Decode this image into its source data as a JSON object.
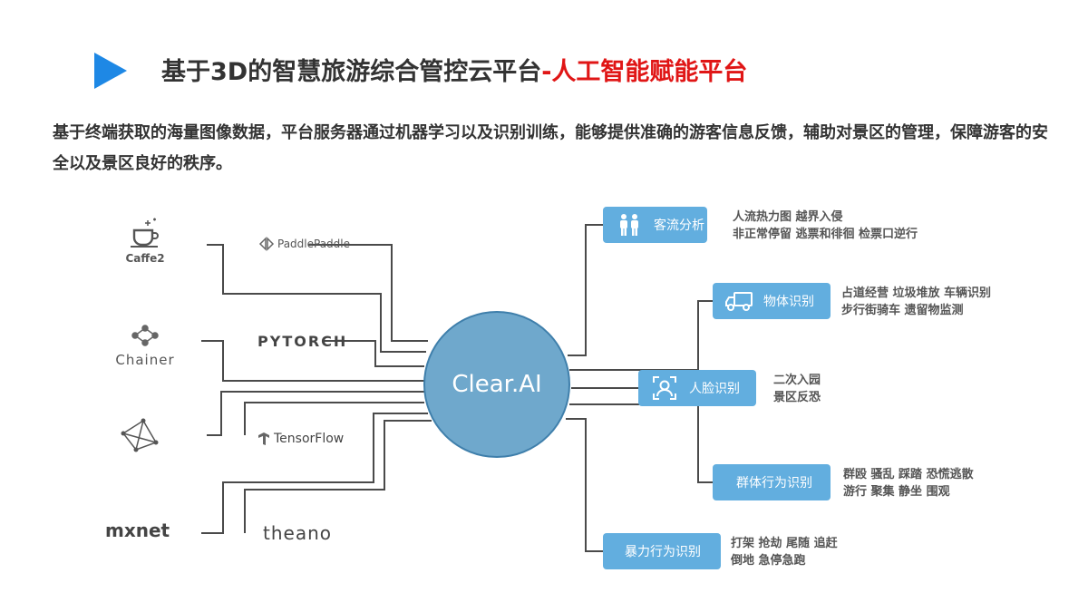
{
  "header": {
    "title": "基于3D的智慧旅游综合管控云平台",
    "title_accent": "-人工智能赋能平台",
    "accent_color": "#e01616"
  },
  "description": "基于终端获取的海量图像数据，平台服务器通过机器学习以及识别训练，能够提供准确的游客信息反馈，辅助对景区的管理，保障游客的安全以及景区良好的秩序。",
  "hub": {
    "label": "Clear.AI",
    "color": "#6fa8cc"
  },
  "frameworks": {
    "caffe2": "Caffe2",
    "paddlepaddle": "PaddlePaddle",
    "chainer": "Chainer",
    "pytorch": "PYTORCH",
    "tensorflow": "TensorFlow",
    "mxnet": "mxnet",
    "theano": "theano"
  },
  "categories": [
    {
      "label": "客流分析",
      "icon": "people-icon",
      "details": [
        "人流热力图  越界入侵",
        "非正常停留  逃票和徘徊  检票口逆行"
      ]
    },
    {
      "label": "物体识别",
      "icon": "truck-icon",
      "details": [
        "占道经营  垃圾堆放  车辆识别",
        "步行街骑车  遗留物监测"
      ]
    },
    {
      "label": "人脸识别",
      "icon": "face-icon",
      "details": [
        "二次入园",
        "景区反恐"
      ]
    },
    {
      "label": "群体行为识别",
      "icon": "",
      "details": [
        "群殴  骚乱  踩踏  恐慌逃散",
        "游行  聚集  静坐  围观"
      ]
    },
    {
      "label": "暴力行为识别",
      "icon": "",
      "details": [
        "打架  抢劫  尾随  追赶",
        "倒地  急停急跑"
      ]
    }
  ],
  "box_color": "#62aedf"
}
